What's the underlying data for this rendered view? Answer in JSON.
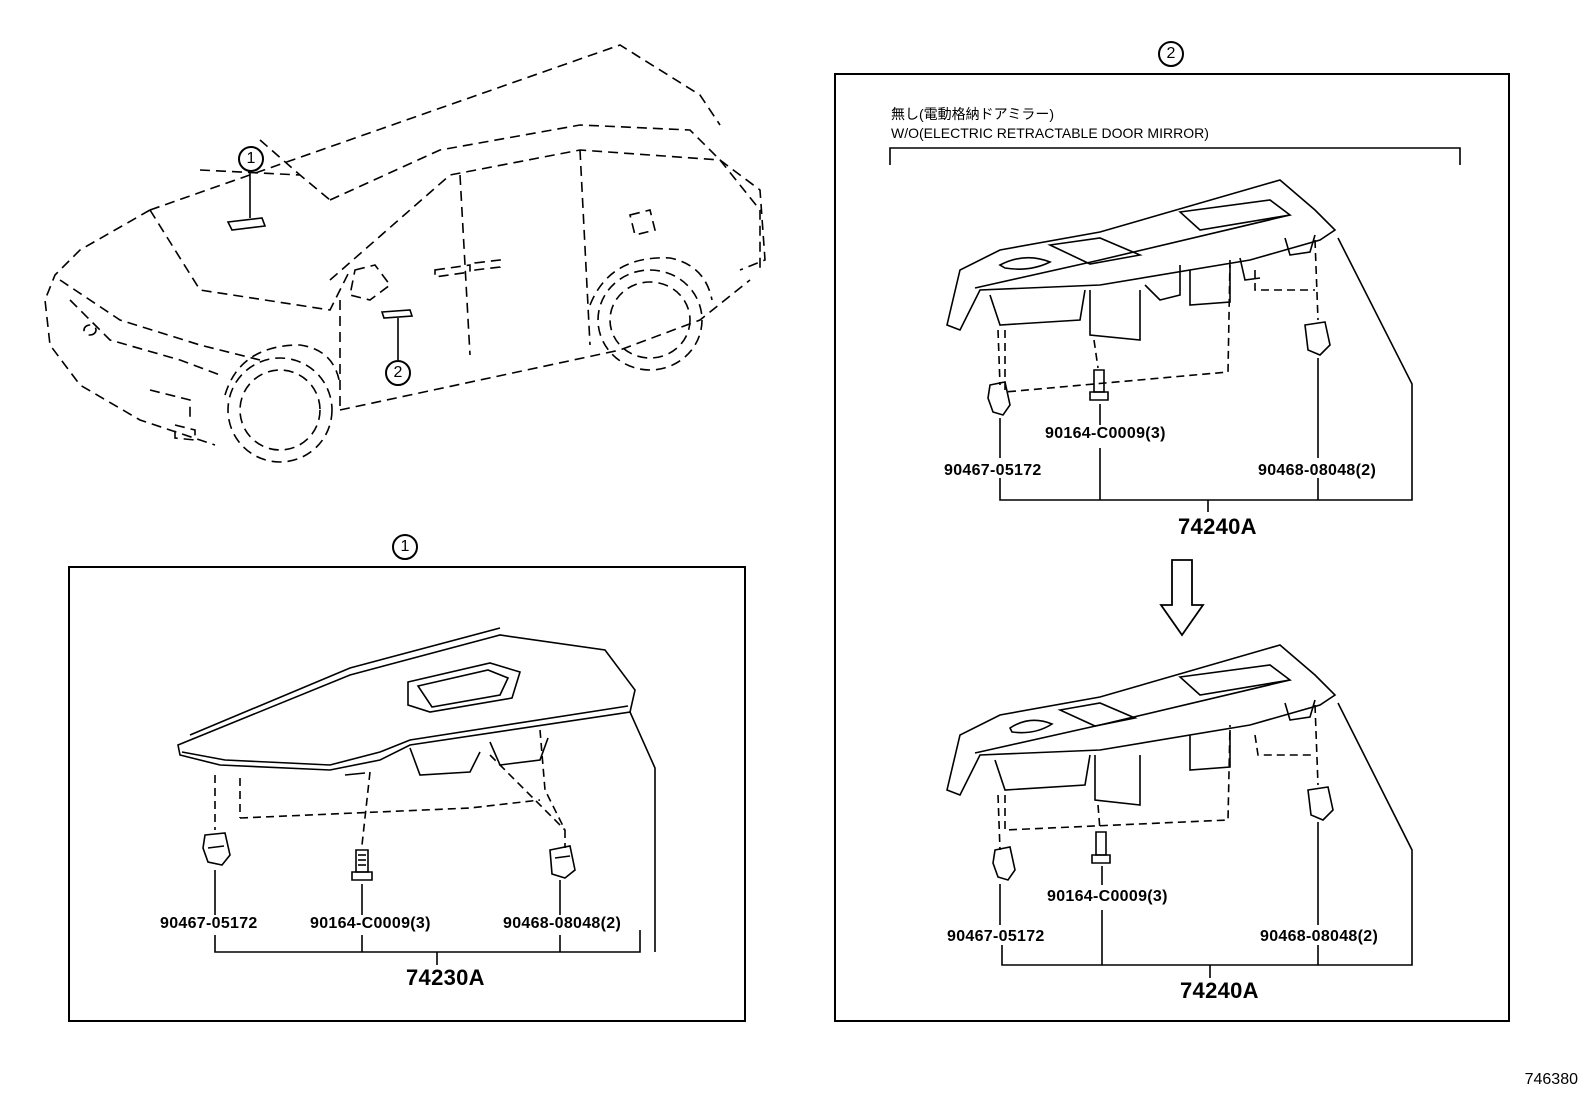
{
  "callouts": {
    "one": "1",
    "two": "2"
  },
  "panel1": {
    "parts": {
      "clip": "90467-05172",
      "screw": "90164-C0009(3)",
      "clip2": "90468-08048(2)"
    },
    "assembly": "74230A"
  },
  "panel2": {
    "note_jp": "無し(電動格納ドアミラー)",
    "note_en": "W/O(ELECTRIC RETRACTABLE DOOR MIRROR)",
    "upper": {
      "clip": "90467-05172",
      "screw": "90164-C0009(3)",
      "clip2": "90468-08048(2)",
      "assembly": "74240A"
    },
    "lower": {
      "clip": "90467-05172",
      "screw": "90164-C0009(3)",
      "clip2": "90468-08048(2)",
      "assembly": "74240A"
    }
  },
  "diagram_id": "746380"
}
